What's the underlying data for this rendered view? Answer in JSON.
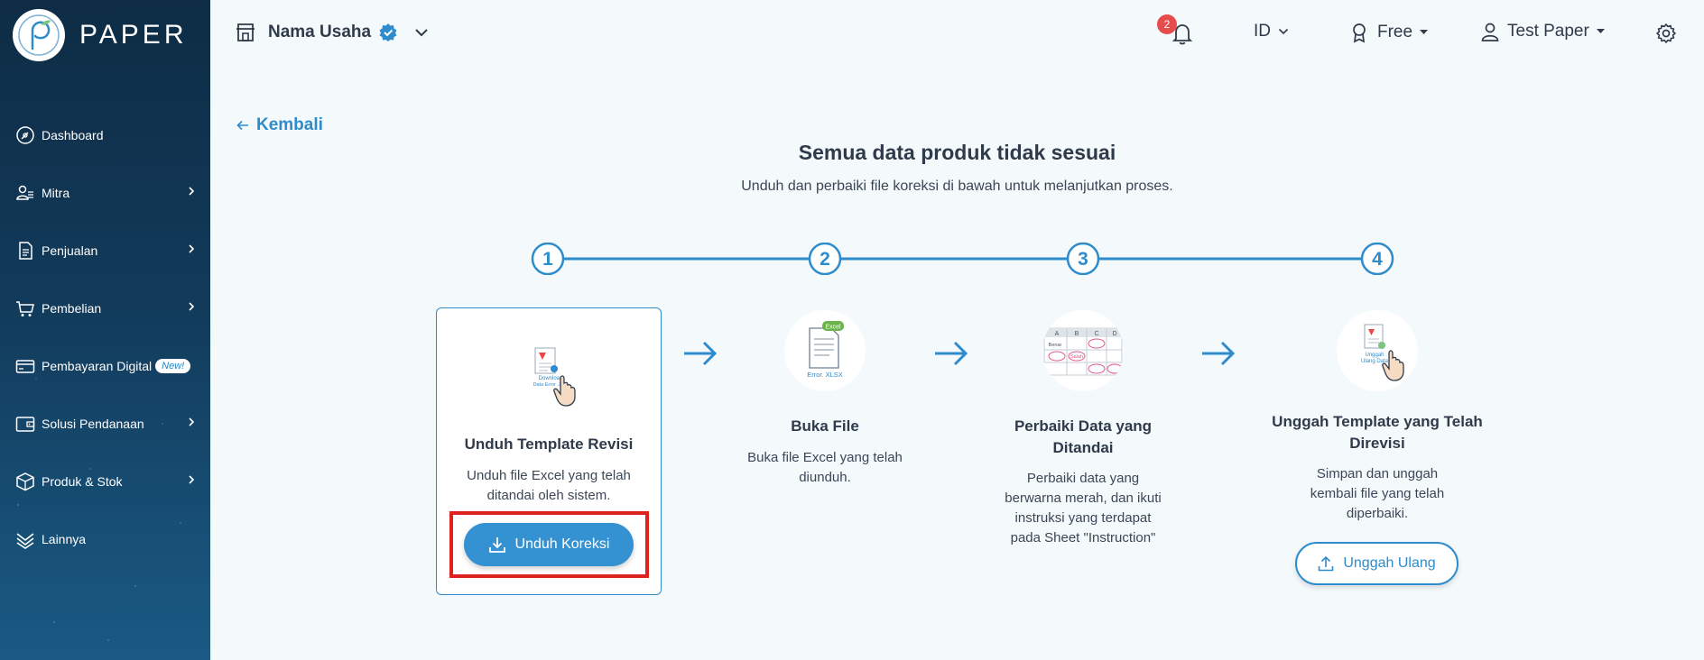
{
  "sidebar": {
    "brand": "PAPER",
    "items": [
      {
        "label": "Dashboard",
        "icon": "dashboard-icon",
        "chevron": false
      },
      {
        "label": "Mitra",
        "icon": "users-icon",
        "chevron": true
      },
      {
        "label": "Penjualan",
        "icon": "document-icon",
        "chevron": true
      },
      {
        "label": "Pembelian",
        "icon": "cart-icon",
        "chevron": true
      },
      {
        "label": "Pembayaran Digital",
        "icon": "card-icon",
        "chevron": false,
        "badge": "New!"
      },
      {
        "label": "Solusi Pendanaan",
        "icon": "wallet-icon",
        "chevron": true
      },
      {
        "label": "Produk & Stok",
        "icon": "box-icon",
        "chevron": true
      },
      {
        "label": "Lainnya",
        "icon": "layers-icon",
        "chevron": false
      }
    ]
  },
  "header": {
    "store_name": "Nama Usaha",
    "notifications_count": "2",
    "language": "ID",
    "plan": "Free",
    "user": "Test Paper"
  },
  "main": {
    "back_label": "Kembali",
    "title": "Semua data produk tidak sesuai",
    "subtitle": "Unduh dan perbaiki file koreksi di bawah untuk melanjutkan proses.",
    "steps": [
      {
        "number": "1",
        "title": "Unduh Template Revisi",
        "desc_lines": [
          "Unduh file Excel yang telah",
          "ditandai oleh sistem."
        ],
        "button": "Unduh Koreksi",
        "illus_text": [
          "Download",
          "Data Error .XLS"
        ]
      },
      {
        "number": "2",
        "title": "Buka File",
        "desc_lines": [
          "Buka file Excel yang telah",
          "diunduh."
        ],
        "illus_text": [
          "Excel",
          "Error. XLSX"
        ]
      },
      {
        "number": "3",
        "title_lines": [
          "Perbaiki Data yang",
          "Ditandai"
        ],
        "desc_lines": [
          "Perbaiki data yang",
          "berwarna merah, dan ikuti",
          "instruksi yang terdapat",
          "pada Sheet \"Instruction\""
        ],
        "illus_text": [
          "A",
          "B",
          "C",
          "D",
          "Benar",
          "Salah"
        ]
      },
      {
        "number": "4",
        "title_lines": [
          "Unggah Template yang Telah",
          "Direvisi"
        ],
        "desc_lines": [
          "Simpan dan unggah",
          "kembali file yang telah",
          "diperbaiki."
        ],
        "button": "Unggah Ulang",
        "illus_text": [
          "Unggah",
          "Ulang Data"
        ]
      }
    ]
  },
  "colors": {
    "accent": "#2e8ccc",
    "primary_button": "#3592d2",
    "highlight": "#e0221e",
    "sidebar": "#123a5a",
    "badge": "#e74c4c"
  }
}
